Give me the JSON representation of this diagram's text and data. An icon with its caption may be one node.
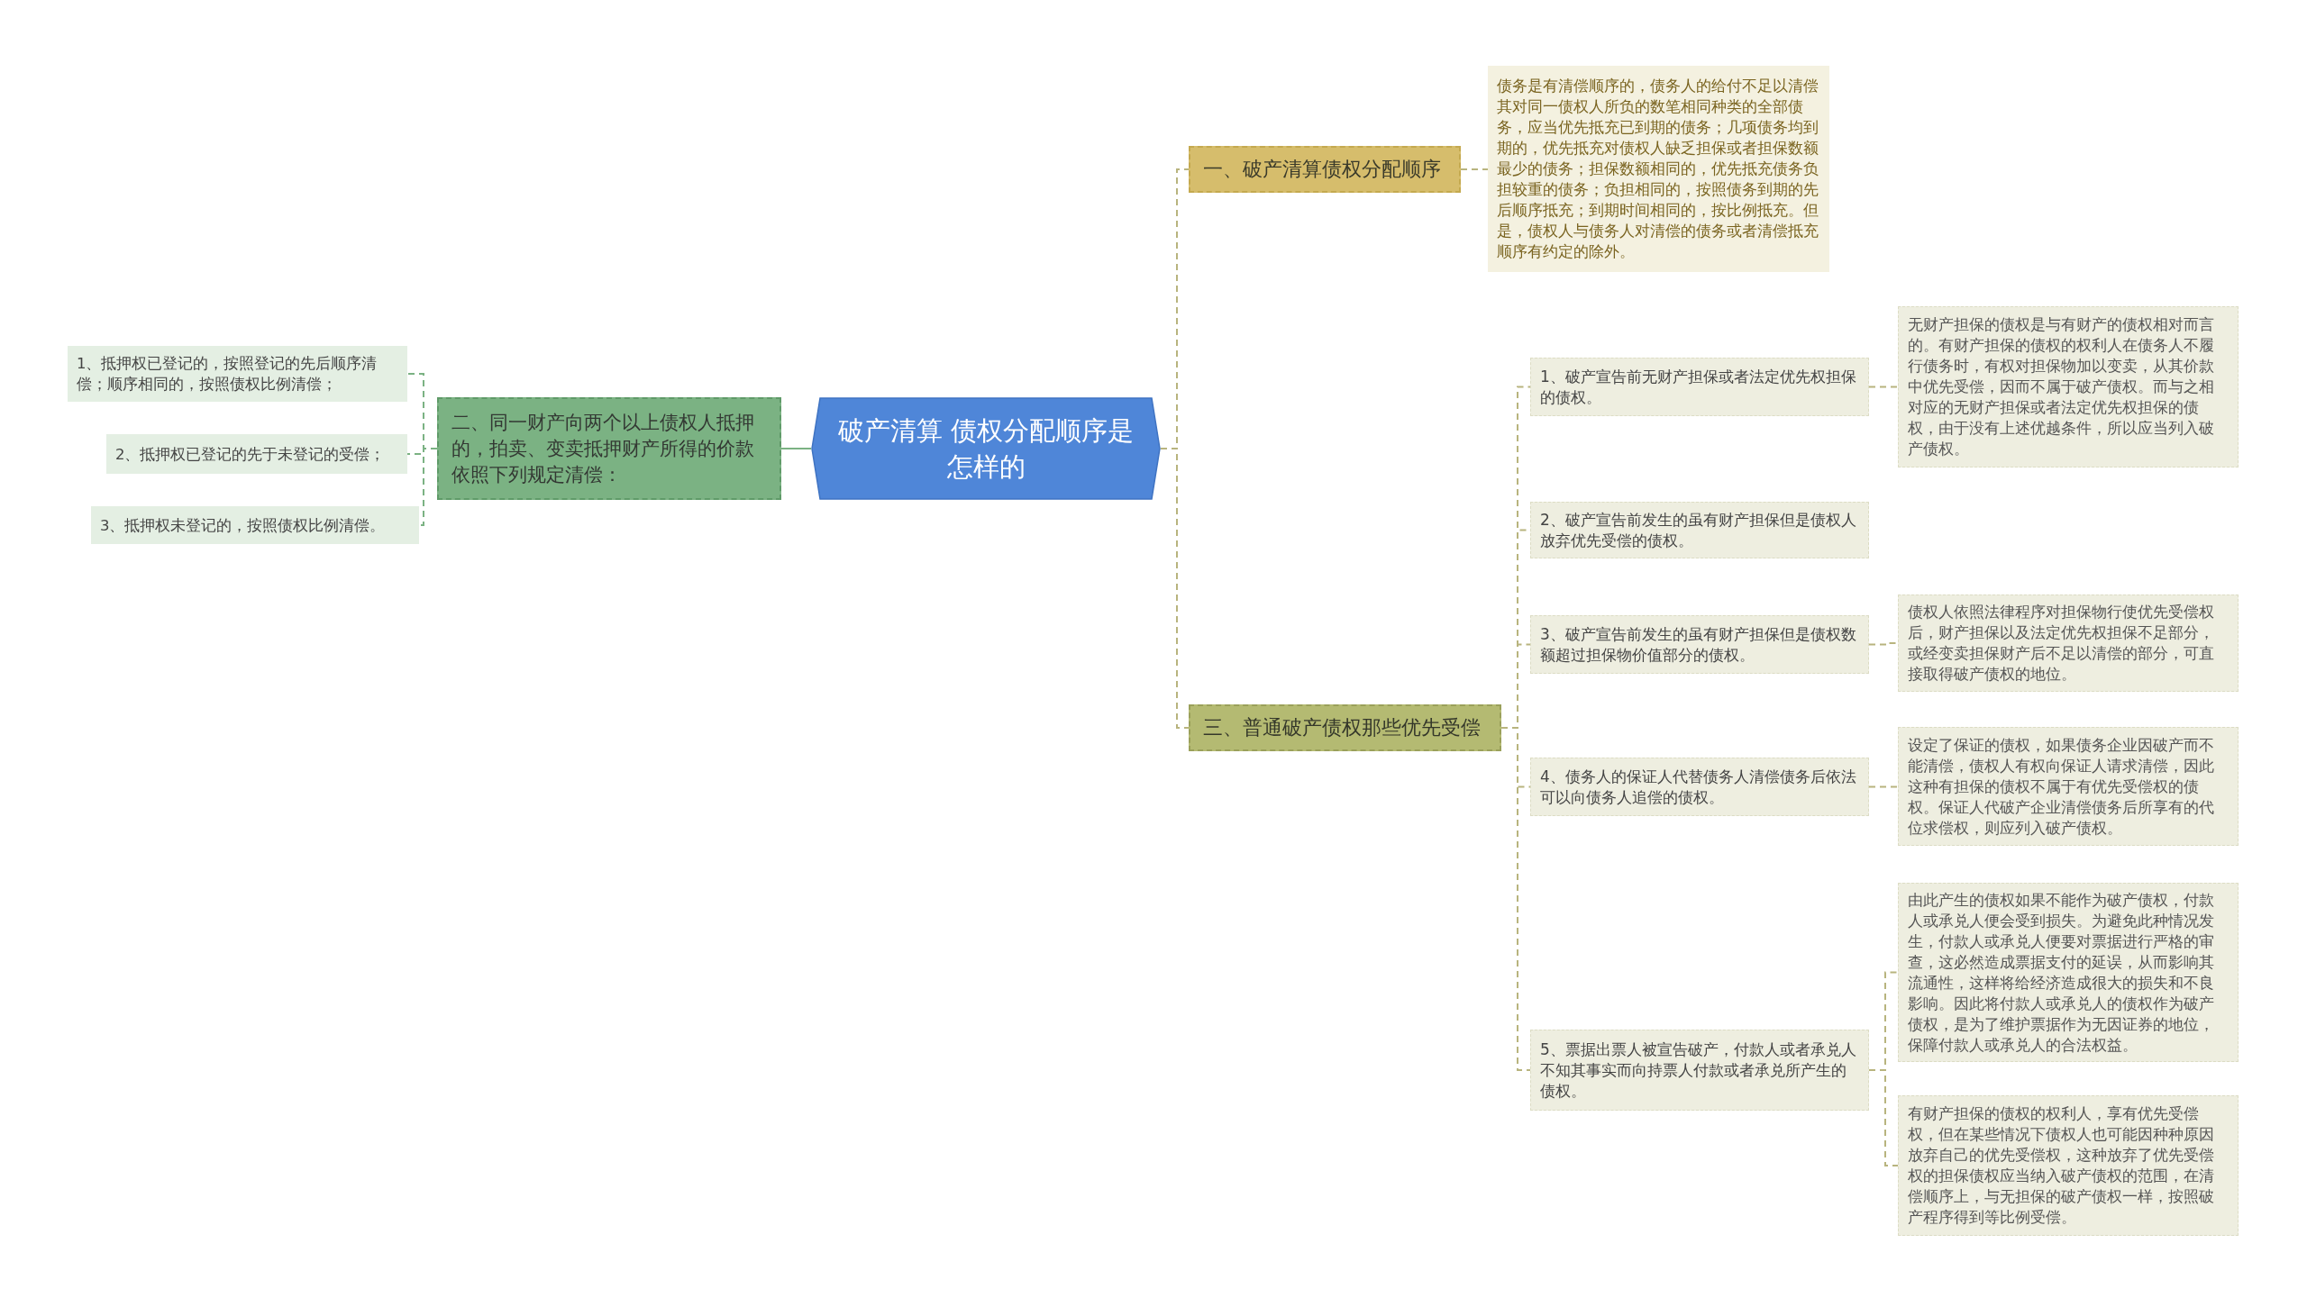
{
  "diagram": {
    "nodes": [
      {
        "text": [
          "破产清算 债权分配顺序是怎样的"
        ]
      },
      {
        "text": [
          "一、破产清算债权分配顺序"
        ]
      },
      {
        "text": [
          "债务是有清偿顺序的，债务人的给付不足以清偿其对同一债权人所负的数笔相同种类的全部债务，应当优先抵充已到期的债务；几项债务均到期的，优先抵充对债权人缺乏担保或者担保数额最少的债务；担保数额相同的，优先抵充债务负担较重的债务；负担相同的，按照债务到期的先后顺序抵充；到期时间相同的，按比例抵充。但是，债权人与债务人对清偿的债务或者清偿抵充顺序有约定的除外。"
        ]
      },
      {
        "text": [
          "二、同一财产向两个以上债权人抵押的，拍卖、变卖抵押财产所得的价款依照下列规定清偿："
        ]
      },
      {
        "text": [
          "1、抵押权已登记的，按照登记的先后顺序清偿；顺序相同的，按照债权比例清偿；"
        ]
      },
      {
        "text": [
          "2、抵押权已登记的先于未登记的受偿；"
        ]
      },
      {
        "text": [
          "3、抵押权未登记的，按照债权比例清偿。"
        ]
      },
      {
        "text": [
          "三、普通破产债权那些优先受偿"
        ]
      },
      {
        "text": [
          "1、破产宣告前无财产担保或者法定优先权担保的债权。"
        ]
      },
      {
        "text": [
          "无财产担保的债权是与有财产的债权相对而言的。有财产担保的债权的权利人在债务人不履行债务时，有权对担保物加以变卖，从其价款中优先受偿，因而不属于破产债权。而与之相对应的无财产担保或者法定优先权担保的债权，由于没有上述优越条件，所以应当列入破产债权。"
        ]
      },
      {
        "text": [
          "2、破产宣告前发生的虽有财产担保但是债权人放弃优先受偿的债权。"
        ]
      },
      {
        "text": [
          "3、破产宣告前发生的虽有财产担保但是债权数额超过担保物价值部分的债权。"
        ]
      },
      {
        "text": [
          "债权人依照法律程序对担保物行使优先受偿权后，财产担保以及法定优先权担保不足部分，或经变卖担保财产后不足以清偿的部分，可直接取得破产债权的地位。"
        ]
      },
      {
        "text": [
          "4、债务人的保证人代替债务人清偿债务后依法可以向债务人追偿的债权。"
        ]
      },
      {
        "text": [
          "设定了保证的债权，如果债务企业因破产而不能清偿，债权人有权向保证人请求清偿，因此这种有担保的债权不属于有优先受偿权的债权。保证人代破产企业清偿债务后所享有的代位求偿权，则应列入破产债权。"
        ]
      },
      {
        "text": [
          "5、票据出票人被宣告破产，付款人或者承兑人不知其事实而向持票人付款或者承兑所产生的债权。"
        ]
      },
      {
        "text": [
          "由此产生的债权如果不能作为破产债权，付款人或承兑人便会受到损失。为避免此种情况发生，付款人或承兑人便要对票据进行严格的审查，这必然造成票据支付的延误，从而影响其流通性，这样将给经济造成很大的损失和不良影响。因此将付款人或承兑人的债权作为破产债权，是为了维护票据作为无因证券的地位，保障付款人或承兑人的合法权益。"
        ]
      },
      {
        "text": [
          "有财产担保的债权的权利人，享有优先受偿权，但在某些情况下债权人也可能因种种原因放弃自己的优先受偿权，这种放弃了优先受偿权的担保债权应当纳入破产债权的范围，在清偿顺序上，与无担保的破产债权一样，按照破产程序得到等比例受偿。"
        ]
      }
    ],
    "edges": [
      {
        "from": 0,
        "to": 1,
        "arrow": "none",
        "style": "dashed",
        "color": "#b8b47e"
      },
      {
        "from": 1,
        "to": 2,
        "arrow": "none",
        "style": "dashed",
        "color": "#b8b47e"
      },
      {
        "from": 0,
        "to": 3,
        "arrow": "none",
        "color": "#7bb283"
      },
      {
        "from": 3,
        "to": 4,
        "arrow": "none",
        "style": "dashed",
        "color": "#7bb283"
      },
      {
        "from": 3,
        "to": 5,
        "arrow": "none",
        "style": "dashed",
        "color": "#7bb283"
      },
      {
        "from": 3,
        "to": 6,
        "arrow": "none",
        "style": "dashed",
        "color": "#7bb283"
      },
      {
        "from": 0,
        "to": 7,
        "arrow": "none",
        "style": "dashed",
        "color": "#b8b47e"
      },
      {
        "from": 7,
        "to": 8,
        "arrow": "none",
        "style": "dashed",
        "color": "#b8b47e"
      },
      {
        "from": 7,
        "to": 10,
        "arrow": "none",
        "style": "dashed",
        "color": "#b8b47e"
      },
      {
        "from": 7,
        "to": 11,
        "arrow": "none",
        "style": "dashed",
        "color": "#b8b47e"
      },
      {
        "from": 7,
        "to": 13,
        "arrow": "none",
        "style": "dashed",
        "color": "#b8b47e"
      },
      {
        "from": 7,
        "to": 15,
        "arrow": "none",
        "style": "dashed",
        "color": "#b8b47e"
      },
      {
        "from": 8,
        "to": 9,
        "arrow": "none",
        "style": "dashed",
        "color": "#b8b47e"
      },
      {
        "from": 11,
        "to": 12,
        "arrow": "none",
        "style": "dashed",
        "color": "#b8b47e"
      },
      {
        "from": 13,
        "to": 14,
        "arrow": "none",
        "style": "dashed",
        "color": "#b8b47e"
      },
      {
        "from": 15,
        "to": 16,
        "arrow": "none",
        "style": "dashed",
        "color": "#b8b47e"
      },
      {
        "from": 15,
        "to": 17,
        "arrow": "none",
        "style": "dashed",
        "color": "#b8b47e"
      }
    ]
  }
}
